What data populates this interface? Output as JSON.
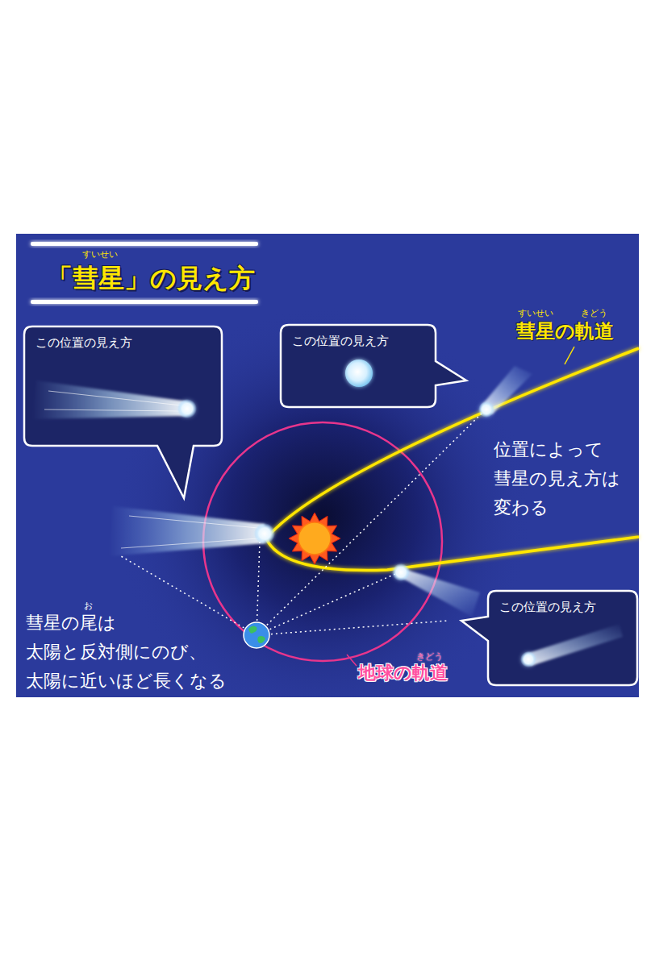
{
  "diagram": {
    "title": "「彗星」の見え方",
    "nodes": [
      {
        "text": [
          "この位置の見え方"
        ]
      },
      {
        "text": [
          "この位置の見え方"
        ]
      },
      {
        "text": [
          "この位置の見え方"
        ]
      }
    ],
    "labels": [
      "すいせい",
      "すいせい",
      "きどう",
      "彗星の軌道",
      "位置によって 彗星の見え方は 変わる",
      "お",
      "彗星の尾は 太陽と反対側にのび、 太陽に近いほど長くなる",
      "きどう",
      "地球の軌道"
    ]
  }
}
